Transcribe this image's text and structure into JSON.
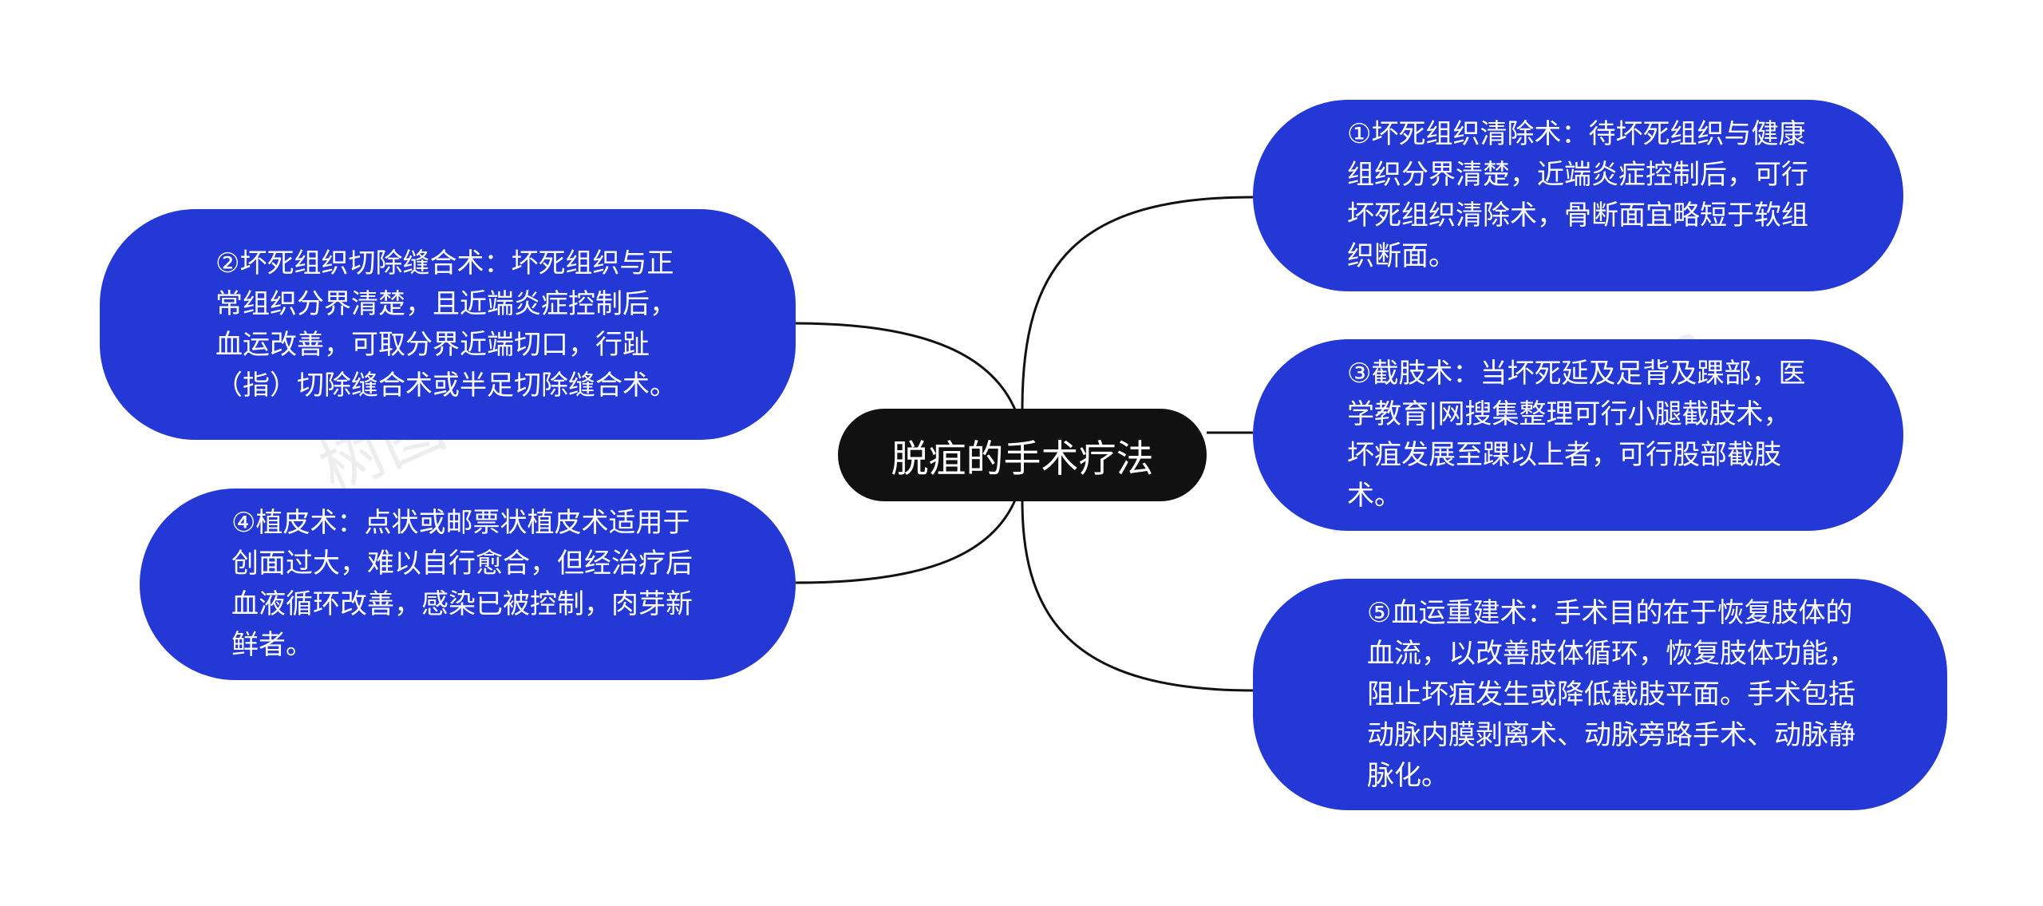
{
  "diagram": {
    "center": "脱疽的手术疗法",
    "branches": [
      {
        "id": "b1",
        "side": "right",
        "text": "①坏死组织清除术：待坏死组织与健康组织分界清楚，近端炎症控制后，可行坏死组织清除术，骨断面宜略短于软组织断面。"
      },
      {
        "id": "b2",
        "side": "left",
        "text": "②坏死组织切除缝合术：坏死组织与正常组织分界清楚，且近端炎症控制后，血运改善，可取分界近端切口，行趾（指）切除缝合术或半足切除缝合术。"
      },
      {
        "id": "b3",
        "side": "right",
        "text": "③截肢术：当坏死延及足背及踝部，医学教育|网搜集整理可行小腿截肢术，坏疽发展至踝以上者，可行股部截肢术。"
      },
      {
        "id": "b4",
        "side": "left",
        "text": "④植皮术：点状或邮票状植皮术适用于创面过大，难以自行愈合，但经治疗后血液循环改善，感染已被控制，肉芽新鲜者。"
      },
      {
        "id": "b5",
        "side": "right",
        "text": "⑤血运重建术：手术目的在于恢复肢体的血流，以改善肢体循环，恢复肢体功能，阻止坏疽发生或降低截肢平面。手术包括动脉内膜剥离术、动脉旁路手术、动脉静脉化。"
      }
    ]
  },
  "colors": {
    "center_bg": "#111111",
    "branch_bg": "#2438d6",
    "text": "#ffffff",
    "link": "#111111"
  },
  "watermark": [
    "树图 shutu.cn",
    "树图 shutu.cn"
  ]
}
